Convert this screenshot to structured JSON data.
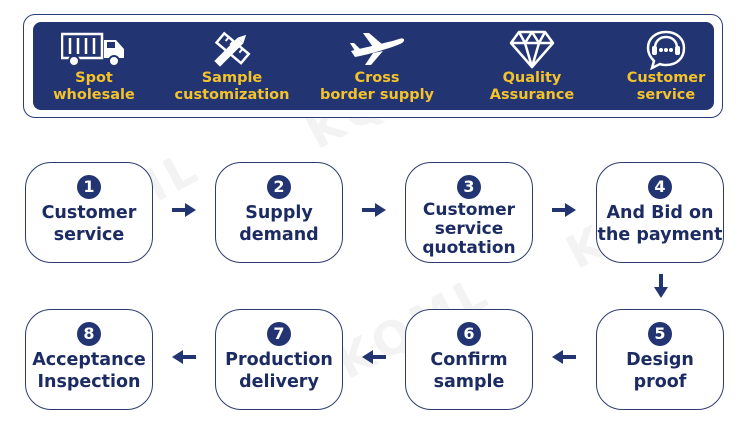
{
  "watermark": "KQML",
  "features": [
    {
      "icon": "truck-icon",
      "label": "Spot\nwholesale"
    },
    {
      "icon": "pencil-ruler-icon",
      "label": "Sample\ncustomization"
    },
    {
      "icon": "airplane-icon",
      "label": "Cross\nborder supply"
    },
    {
      "icon": "diamond-icon",
      "label": "Quality\nAssurance"
    },
    {
      "icon": "headset-chat-icon",
      "label": "Customer\nservice"
    }
  ],
  "steps": [
    {
      "number": "1",
      "label": "Customer\nservice"
    },
    {
      "number": "2",
      "label": "Supply\ndemand"
    },
    {
      "number": "3",
      "label": "Customer\nservice\nquotation"
    },
    {
      "number": "4",
      "label": "And Bid on\nthe payment"
    },
    {
      "number": "5",
      "label": "Design\nproof"
    },
    {
      "number": "6",
      "label": "Confirm\nsample"
    },
    {
      "number": "7",
      "label": "Production\ndelivery"
    },
    {
      "number": "8",
      "label": "Acceptance\nInspection"
    }
  ],
  "colors": {
    "navy": "#223472",
    "gold": "#f4c22b",
    "text": "#1c2c63"
  }
}
